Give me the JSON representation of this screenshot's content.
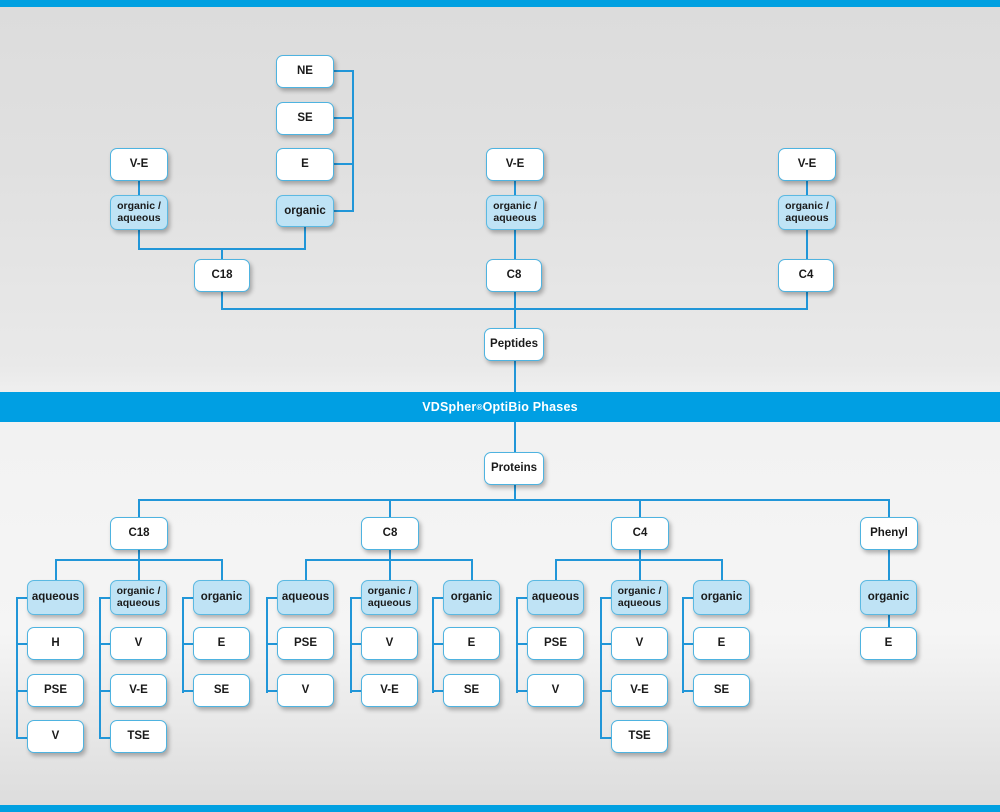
{
  "page": {
    "title": "VDSpher OptiBio Phases selection chart",
    "banner_text": "VDSpher",
    "banner_sup": "®",
    "banner_text2": " OptiBio Phases",
    "accent_color": "#009fe3",
    "line_color": "#2196d8",
    "node_fill_highlight": "#bfe3f5",
    "node_fill_default": "#ffffff"
  },
  "peptides": {
    "root_label": "Peptides",
    "columns": [
      {
        "phase_label": "C18",
        "modes": [
          {
            "mode_label": "organic / aqueous",
            "parent_label": "V-E",
            "items": []
          },
          {
            "mode_label": "organic",
            "items": [
              "NE",
              "SE",
              "E"
            ]
          }
        ]
      },
      {
        "phase_label": "C8",
        "modes": [
          {
            "mode_label": "organic / aqueous",
            "parent_label": "V-E",
            "items": []
          }
        ]
      },
      {
        "phase_label": "C4",
        "modes": [
          {
            "mode_label": "organic / aqueous",
            "parent_label": "V-E",
            "items": []
          }
        ]
      }
    ]
  },
  "proteins": {
    "root_label": "Proteins",
    "columns": [
      {
        "phase_label": "C18",
        "groups": [
          {
            "group_label": "aqueous",
            "items": [
              "H",
              "PSE",
              "V"
            ]
          },
          {
            "group_label": "organic / aqueous",
            "items": [
              "V",
              "V-E",
              "TSE"
            ]
          },
          {
            "group_label": "organic",
            "items": [
              "E",
              "SE"
            ]
          }
        ]
      },
      {
        "phase_label": "C8",
        "groups": [
          {
            "group_label": "aqueous",
            "items": [
              "PSE",
              "V"
            ]
          },
          {
            "group_label": "organic / aqueous",
            "items": [
              "V",
              "V-E"
            ]
          },
          {
            "group_label": "organic",
            "items": [
              "E",
              "SE"
            ]
          }
        ]
      },
      {
        "phase_label": "C4",
        "groups": [
          {
            "group_label": "aqueous",
            "items": [
              "PSE",
              "V"
            ]
          },
          {
            "group_label": "organic / aqueous",
            "items": [
              "V",
              "V-E",
              "TSE"
            ]
          },
          {
            "group_label": "organic",
            "items": [
              "E",
              "SE"
            ]
          }
        ]
      },
      {
        "phase_label": "Phenyl",
        "groups": [
          {
            "group_label": "organic",
            "items": [
              "E"
            ]
          }
        ]
      }
    ]
  },
  "labels": {
    "organic_aqueous": "organic / aqueous",
    "organic": "organic",
    "aqueous": "aqueous",
    "ve": "V-E",
    "ne": "NE",
    "se": "SE",
    "e": "E",
    "h": "H",
    "pse": "PSE",
    "v": "V",
    "tse": "TSE",
    "c18": "C18",
    "c8": "C8",
    "c4": "C4",
    "phenyl": "Phenyl"
  }
}
